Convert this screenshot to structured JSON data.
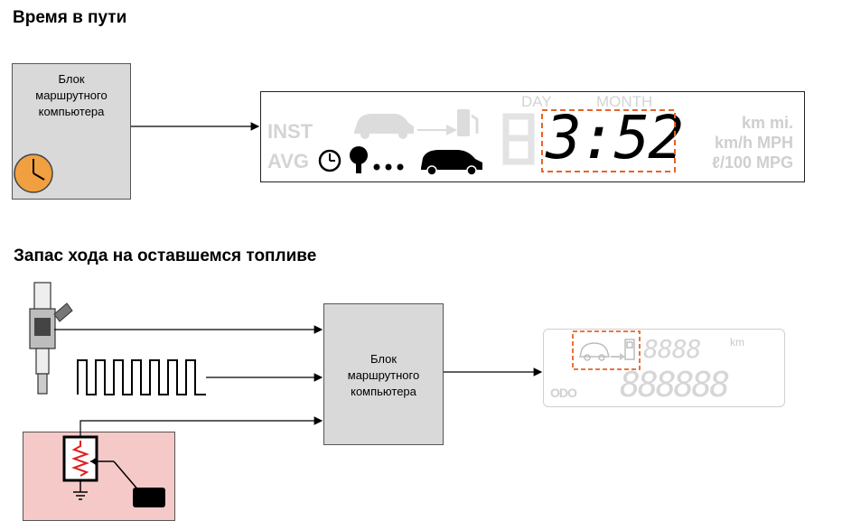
{
  "section1": {
    "title": "Время в пути",
    "computer_box": {
      "lines": [
        "Блок",
        "маршрутного",
        "компьютера"
      ]
    },
    "display": {
      "labels": [
        "INST",
        "AVG"
      ],
      "day_label": "DAY",
      "month_label": "MONTH",
      "time_value": "3:52",
      "units": [
        "km mi.",
        "km/h MPH",
        "ℓ/100 MPG"
      ]
    }
  },
  "section2": {
    "title": "Запас хода на оставшемся топливе",
    "computer_box": {
      "lines": [
        "Блок",
        "маршрутного",
        "компьютера"
      ]
    },
    "display": {
      "unit": "km",
      "range_digits": "8888",
      "odo_digits": "888888",
      "odo_label": "ODO"
    }
  },
  "colors": {
    "highlight": "#e8622a",
    "box_fill": "#d9d9d9",
    "sensor_panel": "#f6c9c9",
    "clock_icon": "#f0a040"
  },
  "icons": [
    "clock-icon",
    "fuel-injector-icon",
    "pulse-signal-icon",
    "fuel-level-sensor-icon",
    "car-icon",
    "fuel-pump-icon"
  ]
}
